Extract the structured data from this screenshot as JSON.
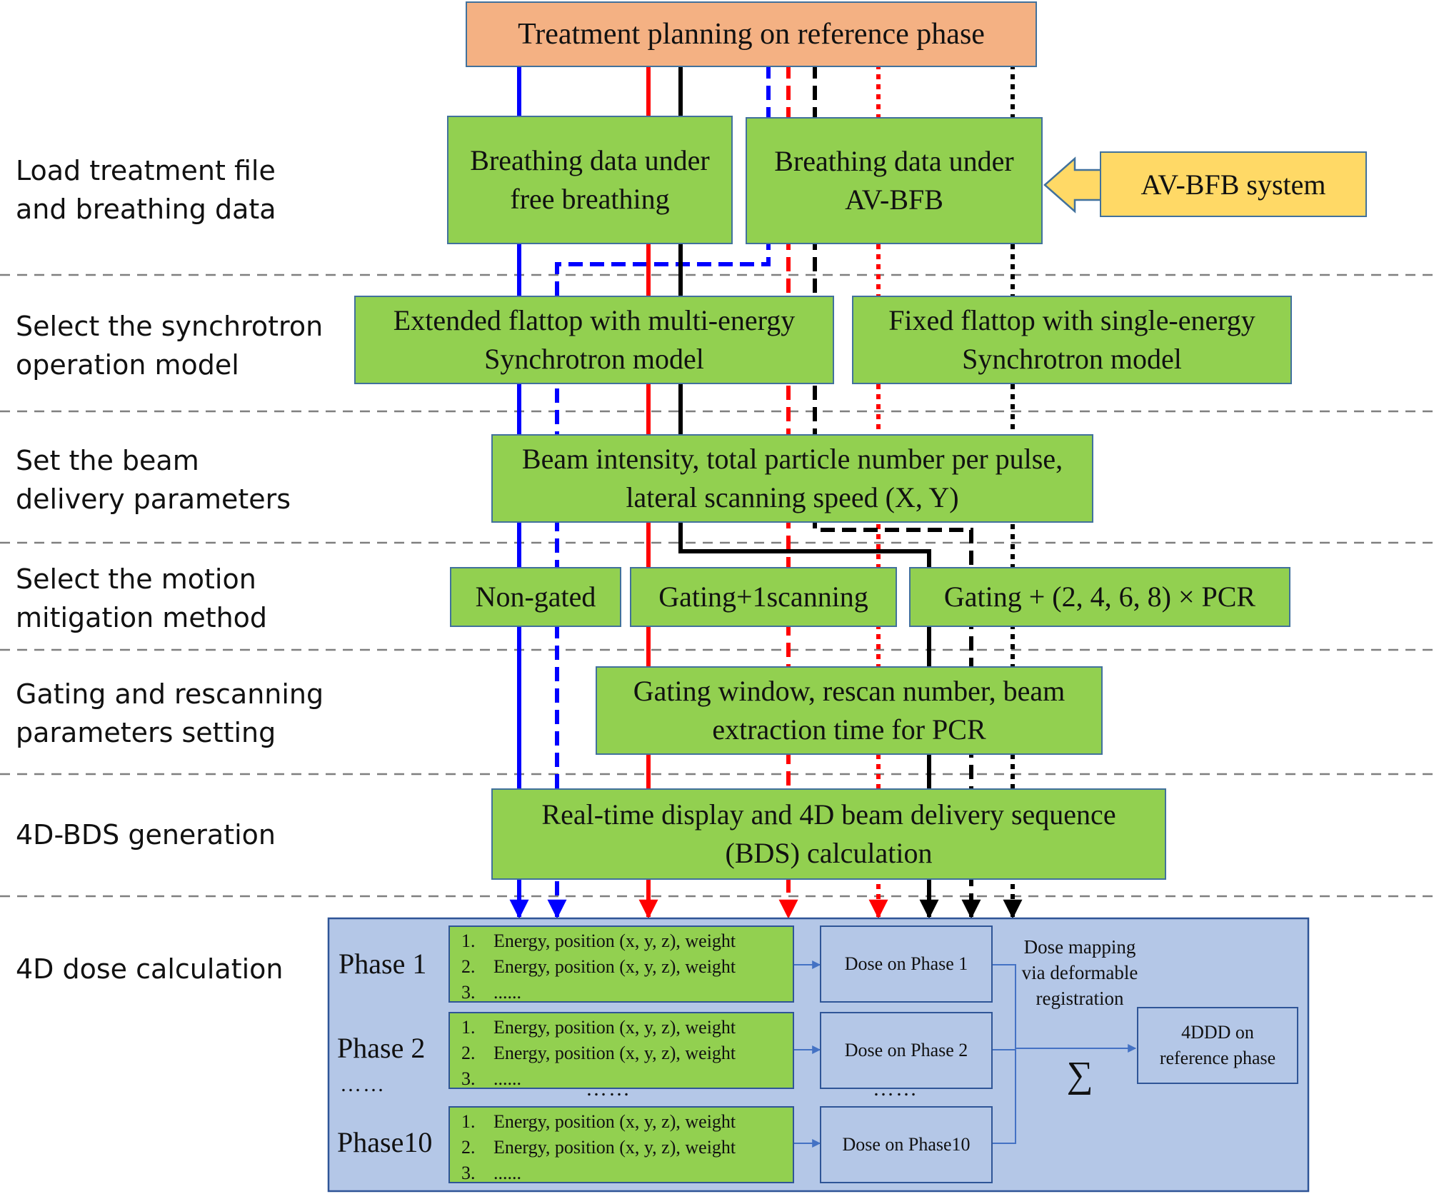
{
  "top_box": {
    "label": "Treatment planning on reference phase"
  },
  "steps": [
    {
      "id": "load",
      "label": "Load treatment file and breathing data"
    },
    {
      "id": "sync",
      "label": "Select the synchrotron operation model"
    },
    {
      "id": "beam",
      "label": "Set the beam delivery parameters"
    },
    {
      "id": "motion",
      "label": "Select the motion mitigation method"
    },
    {
      "id": "gating",
      "label": "Gating and rescanning parameters setting"
    },
    {
      "id": "bds",
      "label": "4D-BDS generation"
    },
    {
      "id": "dose",
      "label": "4D dose calculation"
    }
  ],
  "boxes": {
    "free_breathing": "Breathing data under free breathing",
    "avbfb_data": "Breathing data under AV-BFB",
    "avbfb_system": "AV-BFB system",
    "extended_flattop": "Extended flattop with multi-energy Synchrotron model",
    "fixed_flattop": "Fixed flattop with single-energy Synchrotron model",
    "beam_params": "Beam intensity, total particle number per pulse, lateral scanning speed (X, Y)",
    "non_gated": "Non-gated",
    "gating_1scan": "Gating+1scanning",
    "gating_pcr": "Gating + (2, 4, 6, 8) × PCR",
    "gating_window": "Gating window, rescan number, beam extraction time for PCR",
    "realtime_bds": "Real-time display and 4D beam delivery sequence (BDS) calculation"
  },
  "dose_panel": {
    "phases": [
      {
        "label": "Phase 1",
        "dose": "Dose on Phase 1",
        "items": [
          {
            "n": "1.",
            "t": "Energy, position (x, y, z), weight"
          },
          {
            "n": "2.",
            "t": "Energy, position (x, y, z), weight"
          },
          {
            "n": "3.",
            "t": "......"
          }
        ]
      },
      {
        "label": "Phase 2",
        "dose": "Dose on Phase 2",
        "items": [
          {
            "n": "1.",
            "t": "Energy, position (x, y, z), weight"
          },
          {
            "n": "2.",
            "t": "Energy, position (x, y, z), weight"
          },
          {
            "n": "3.",
            "t": "......"
          }
        ]
      },
      {
        "label": "Phase10",
        "dose": "Dose on Phase10",
        "items": [
          {
            "n": "1.",
            "t": "Energy, position (x, y, z), weight"
          },
          {
            "n": "2.",
            "t": "Energy, position (x, y, z), weight"
          },
          {
            "n": "3.",
            "t": "......"
          }
        ]
      }
    ],
    "ellipsis": "……",
    "mapping_note": "Dose mapping via deformable registration",
    "sum_symbol": "∑",
    "result": "4DDD on reference phase"
  },
  "colors": {
    "blue": "#0000ff",
    "red": "#ff0000",
    "black": "#000000",
    "green_box": "#92d050",
    "orange_box": "#f4b183",
    "yellow_box": "#ffd966",
    "panel": "#b4c7e7"
  }
}
